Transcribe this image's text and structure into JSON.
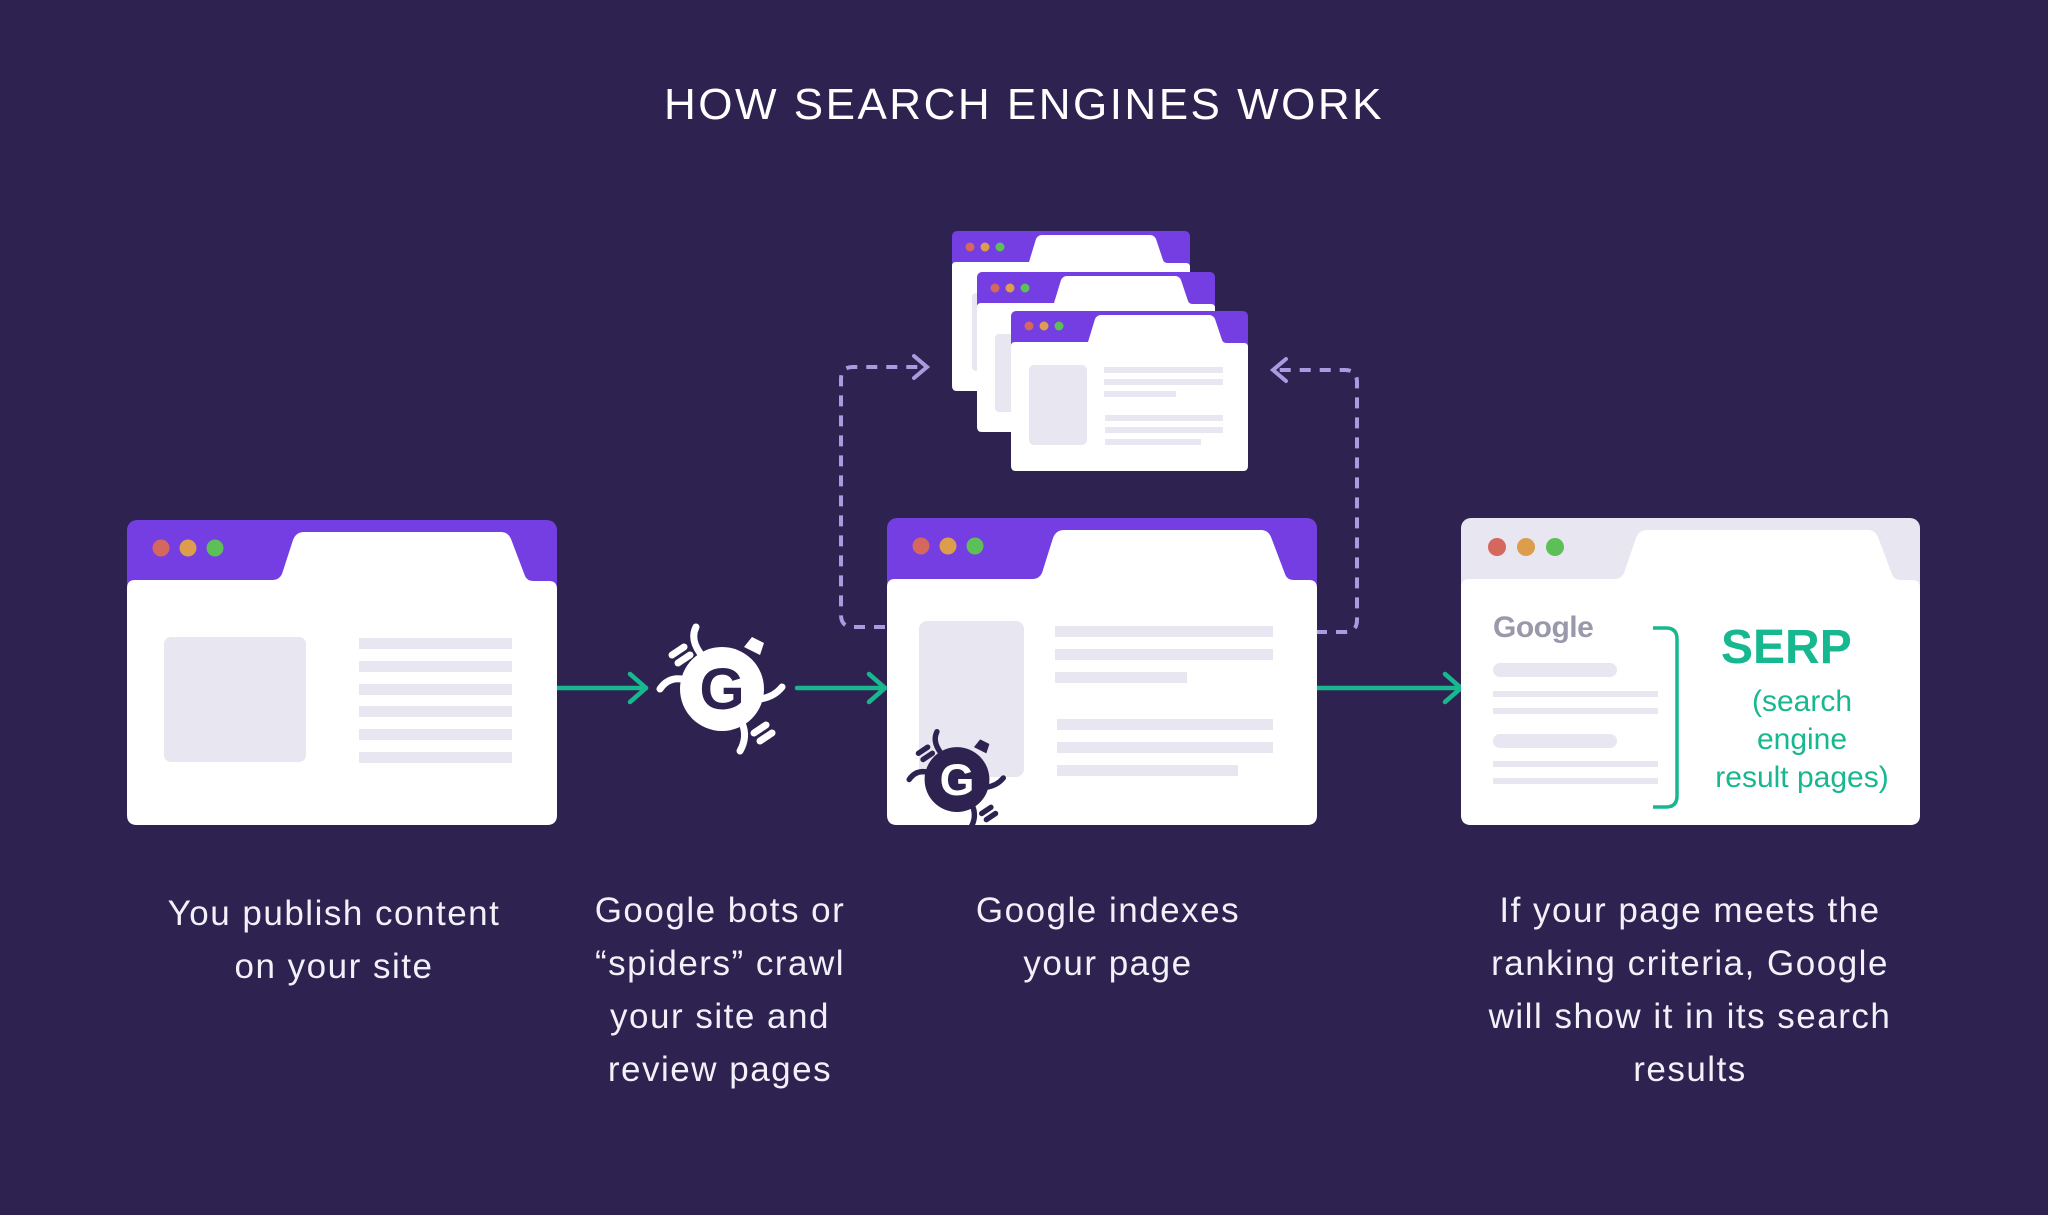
{
  "title": "HOW SEARCH ENGINES WORK",
  "colors": {
    "background": "#2d2250",
    "browser_bar": "#743ee2",
    "serp_bar": "#e7e6f1",
    "placeholder": "#e7e6f1",
    "accent_green": "#17b890",
    "dashed_loop": "#a99be0",
    "dot_red": "#d4675e",
    "dot_orange": "#dc9e4c",
    "dot_green": "#5cbf57"
  },
  "steps": [
    {
      "id": "publish",
      "caption_lines": [
        "You publish content",
        "on your site"
      ]
    },
    {
      "id": "crawl",
      "caption_lines": [
        "Google bots or",
        "“spiders” crawl",
        "your site and",
        "review pages"
      ]
    },
    {
      "id": "index",
      "caption_lines": [
        "Google indexes",
        "your page"
      ]
    },
    {
      "id": "rank",
      "caption_lines": [
        "If your page meets the",
        "ranking criteria, Google",
        "will show it in its search",
        "results"
      ]
    }
  ],
  "serp": {
    "logo_text": "Google",
    "label": "SERP",
    "sublabel_lines": [
      "(search",
      "engine",
      "result pages)"
    ]
  },
  "icons": {
    "spider": "google-spider-bug-icon",
    "arrow": "arrow-right-icon",
    "loop": "dashed-loop-arrow-icon"
  }
}
